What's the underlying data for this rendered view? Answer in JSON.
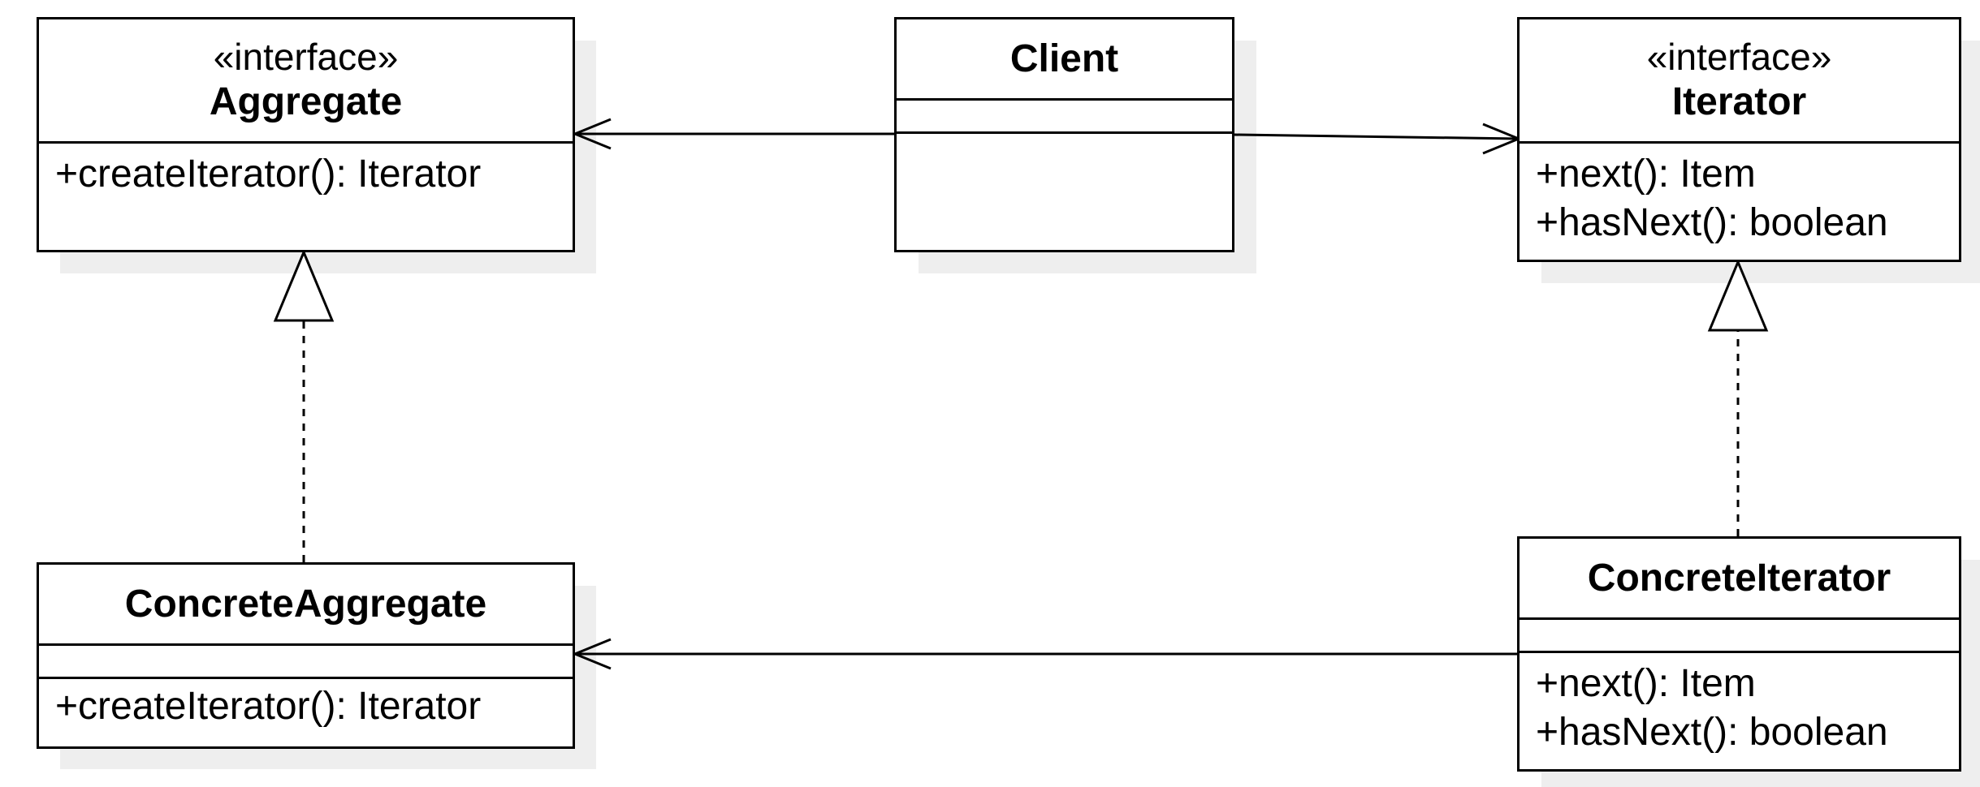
{
  "classes": {
    "aggregate": {
      "stereotype": "«interface»",
      "name": "Aggregate",
      "methods": [
        "+createIterator(): Iterator"
      ]
    },
    "client": {
      "name": "Client"
    },
    "iterator": {
      "stereotype": "«interface»",
      "name": "Iterator",
      "methods": [
        "+next(): Item",
        "+hasNext(): boolean"
      ]
    },
    "concrete_aggregate": {
      "name": "ConcreteAggregate",
      "methods": [
        "+createIterator(): Iterator"
      ]
    },
    "concrete_iterator": {
      "name": "ConcreteIterator",
      "methods": [
        "+next(): Item",
        "+hasNext(): boolean"
      ]
    }
  },
  "relations": [
    {
      "from": "client",
      "to": "aggregate",
      "kind": "association"
    },
    {
      "from": "client",
      "to": "iterator",
      "kind": "association"
    },
    {
      "from": "concrete_aggregate",
      "to": "aggregate",
      "kind": "realization"
    },
    {
      "from": "concrete_iterator",
      "to": "iterator",
      "kind": "realization"
    },
    {
      "from": "concrete_iterator",
      "to": "concrete_aggregate",
      "kind": "association"
    }
  ],
  "colors": {
    "line": "#000000",
    "fill": "#ffffff",
    "shadow": "#eeeeee"
  }
}
